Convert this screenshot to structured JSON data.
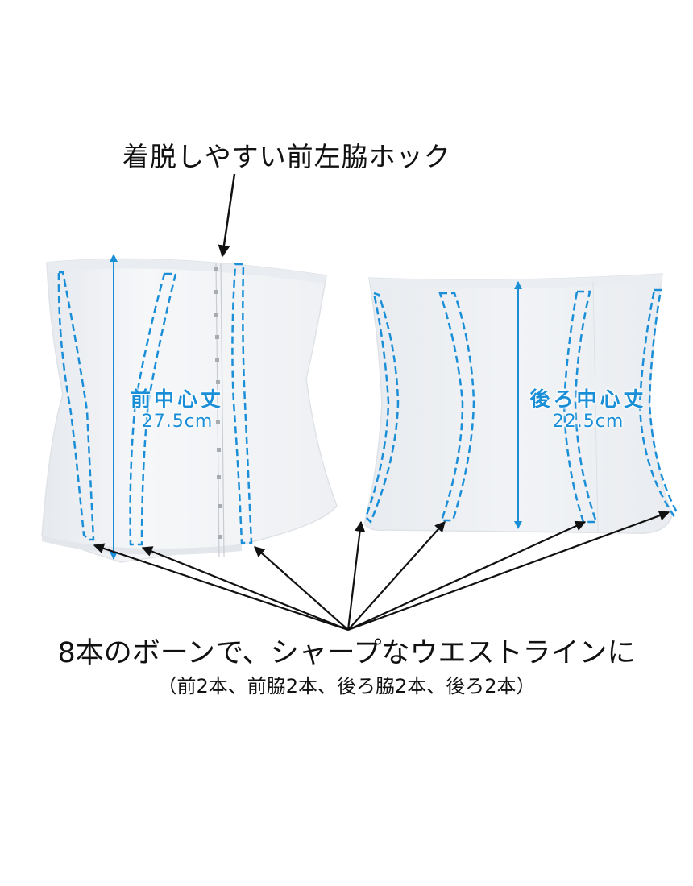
{
  "callout_top": "着脱しやすい前左脇ホック",
  "front": {
    "dimension_title": "前中心丈",
    "dimension_value": "27.5cm"
  },
  "back": {
    "dimension_title": "後ろ中心丈",
    "dimension_value": "22.5cm"
  },
  "headline": "8本のボーンで、シャープなウエストラインに",
  "subline": "（前2本、前脇2本、後ろ脇2本、後ろ2本）",
  "colors": {
    "accent_blue": "#1a8fd8",
    "arrow_black": "#111111",
    "garment_white": "#f4f5f7",
    "garment_shadow": "#e2e5ea"
  }
}
